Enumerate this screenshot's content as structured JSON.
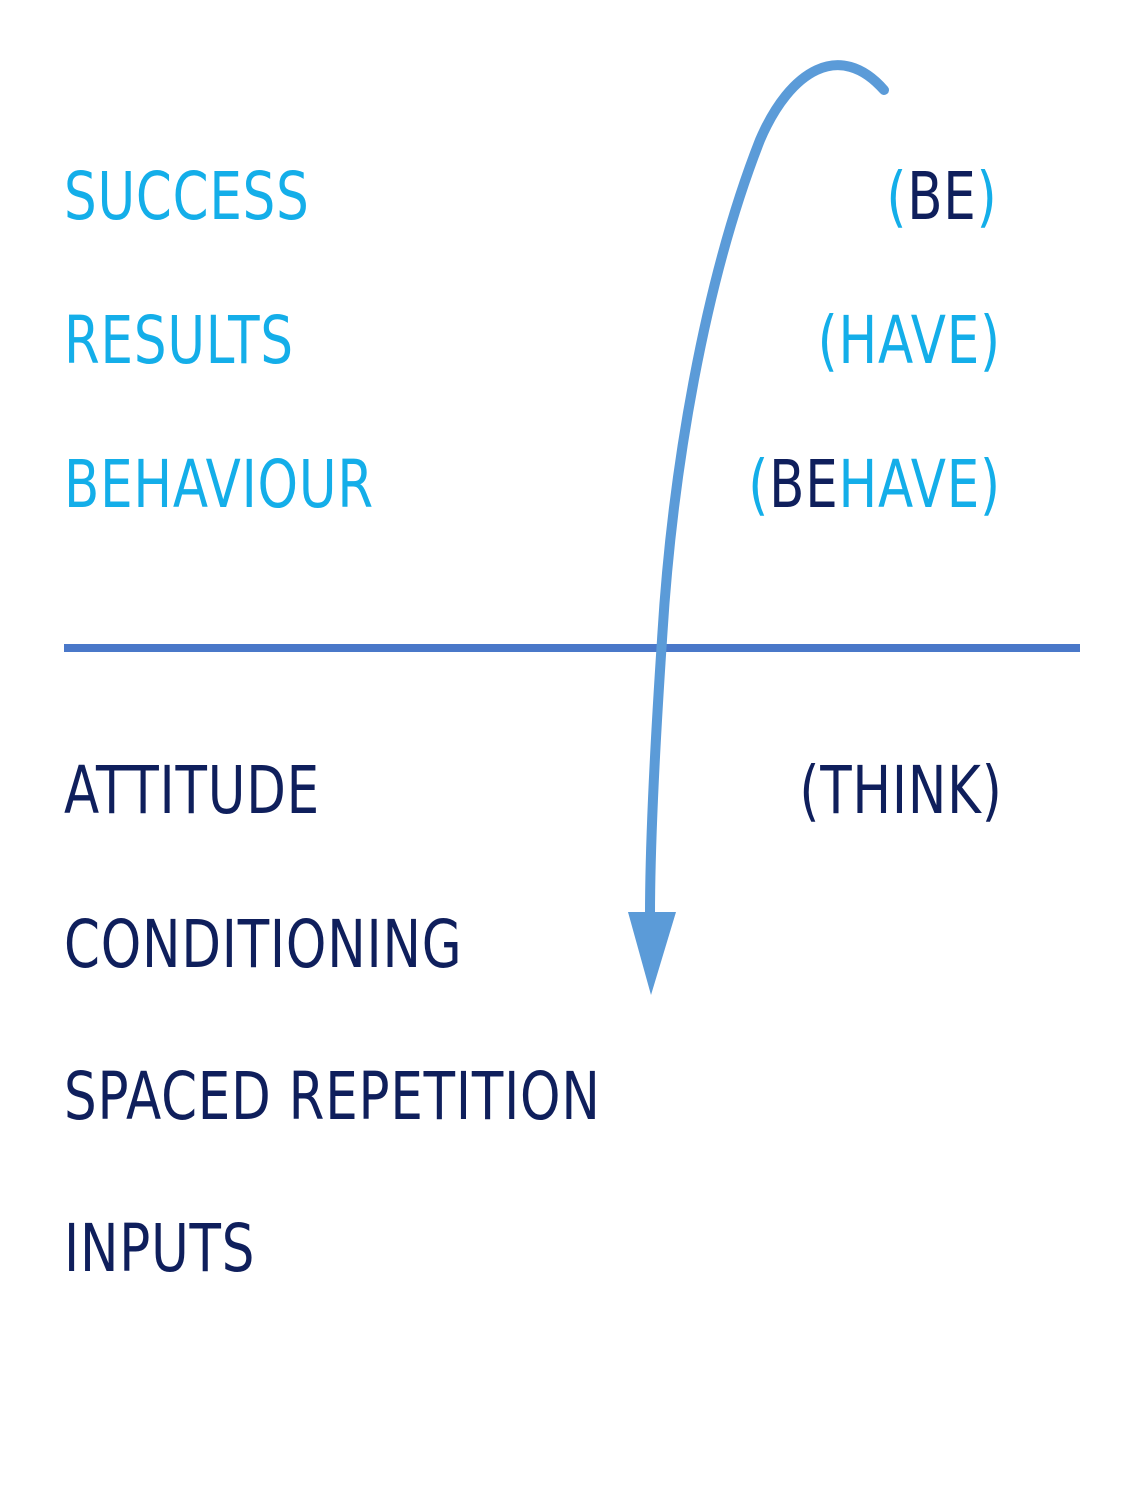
{
  "above_line": [
    {
      "name": "success",
      "label": "SUCCESS",
      "paren_open": "(",
      "paren_dark": "BE",
      "paren_light": "",
      "paren_close": ")"
    },
    {
      "name": "results",
      "label": "RESULTS",
      "paren_open": "(",
      "paren_dark": "",
      "paren_light": "HAVE",
      "paren_close": ")"
    },
    {
      "name": "behaviour",
      "label": "BEHAVIOUR",
      "paren_open": "(",
      "paren_dark": "BE",
      "paren_light": "HAVE",
      "paren_close": ")"
    }
  ],
  "below_line": [
    {
      "name": "attitude",
      "label": "ATTITUDE",
      "paren": "(THINK)"
    },
    {
      "name": "conditioning",
      "label": "CONDITIONING"
    },
    {
      "name": "spaced-repetition",
      "label": "SPACED REPETITION"
    },
    {
      "name": "inputs",
      "label": "INPUTS"
    }
  ],
  "colors": {
    "light_text": "#14aee9",
    "dark_text": "#0f1f5c",
    "divider": "#4a78c9",
    "arrow": "#5b9bd8"
  },
  "icons": {
    "arrow": "curved-down-arrow-icon"
  }
}
